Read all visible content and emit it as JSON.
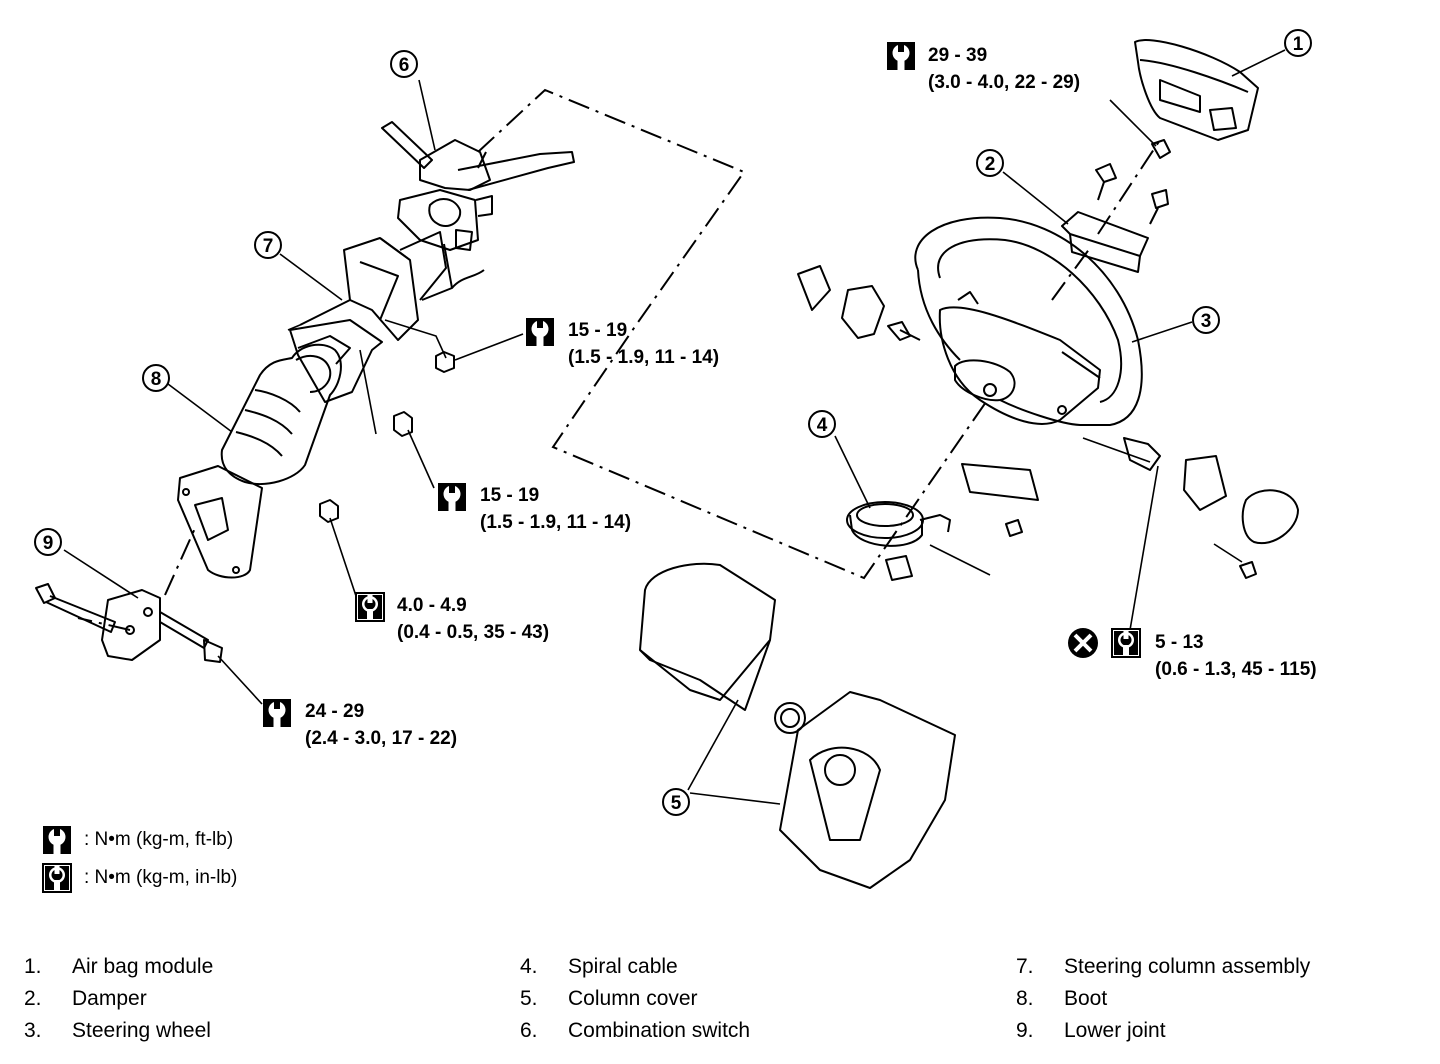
{
  "torque_specs": [
    {
      "id": "t1",
      "nm": "29 - 39",
      "detail": "(3.0 - 4.0, 22 - 29)",
      "unit": "ft-lb"
    },
    {
      "id": "t2",
      "nm": "15 - 19",
      "detail": "(1.5 - 1.9, 11 - 14)",
      "unit": "ft-lb"
    },
    {
      "id": "t3",
      "nm": "15 - 19",
      "detail": "(1.5 - 1.9, 11 - 14)",
      "unit": "ft-lb"
    },
    {
      "id": "t4",
      "nm": "4.0 - 4.9",
      "detail": "(0.4 - 0.5, 35 - 43)",
      "unit": "in-lb"
    },
    {
      "id": "t5",
      "nm": "24 - 29",
      "detail": "(2.4 - 3.0, 17 - 22)",
      "unit": "ft-lb"
    },
    {
      "id": "t6",
      "nm": "5 - 13",
      "detail": "(0.6 - 1.3, 45 - 115)",
      "unit": "in-lb"
    }
  ],
  "legend": [
    {
      "text": ": N•m (kg-m, ft-lb)",
      "icon": "wrench-outline-icon"
    },
    {
      "text": ": N•m (kg-m, in-lb)",
      "icon": "wrench-filled-icon"
    }
  ],
  "callouts": [
    "1",
    "2",
    "3",
    "4",
    "5",
    "6",
    "7",
    "8",
    "9"
  ],
  "parts": [
    {
      "num": "1.",
      "name": "Air bag module"
    },
    {
      "num": "2.",
      "name": "Damper"
    },
    {
      "num": "3.",
      "name": "Steering wheel"
    },
    {
      "num": "4.",
      "name": "Spiral cable"
    },
    {
      "num": "5.",
      "name": "Column cover"
    },
    {
      "num": "6.",
      "name": "Combination switch"
    },
    {
      "num": "7.",
      "name": "Steering column assembly"
    },
    {
      "num": "8.",
      "name": "Boot"
    },
    {
      "num": "9.",
      "name": "Lower joint"
    }
  ],
  "icons": {
    "outline": "wrench-outline-icon",
    "filled": "wrench-filled-icon",
    "replace": "do-not-reuse-icon"
  }
}
